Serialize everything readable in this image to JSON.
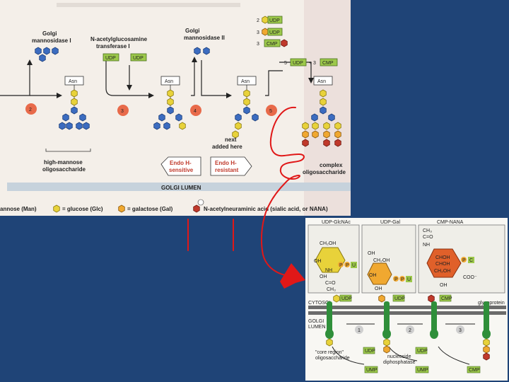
{
  "top_figure": {
    "enzymes": {
      "mannosidase1": [
        "Golgi",
        "mannosidase I"
      ],
      "transferase1": [
        "N-acetylglucosamine",
        "transferase I"
      ],
      "mannosidase2": [
        "Golgi",
        "mannosidase II"
      ]
    },
    "step_numbers": [
      "2",
      "3",
      "4",
      "5"
    ],
    "asn_label": "Asn",
    "sugar_donors": [
      {
        "num": "2",
        "label": "UDP"
      },
      {
        "num": "3",
        "label": "UDP"
      },
      {
        "num": "3",
        "label": "CMP"
      }
    ],
    "donor_eq": {
      "num": "5",
      "left": "UDP",
      "mid": "+ 3",
      "right": "CMP"
    },
    "udp_labels": [
      "UDP",
      "UDP"
    ],
    "high_mannose": [
      "high-mannose",
      "oligosaccharide"
    ],
    "next_added": [
      "next",
      "added here"
    ],
    "endo_sensitive": [
      "Endo H-",
      "sensitive"
    ],
    "endo_resistant": [
      "Endo H-",
      "resistant"
    ],
    "complex": [
      "complex",
      "oligosaccharide"
    ],
    "golgi_lumen": "GOLGI LUMEN",
    "legend": {
      "mannose": "annose (Man)",
      "glucose": "= glucose (Glc)",
      "galactose": "= galactose (Gal)",
      "sialic": "N-acetylneuraminic acid (sialic acid, or NANA)"
    }
  },
  "bottom_figure": {
    "panel_titles": [
      "UDP-GlcNAc",
      "UDP-Gal",
      "CMP-NANA"
    ],
    "panel1_text": [
      "CH₂OH",
      "OH",
      "OH",
      "NH",
      "C=O",
      "CH₃"
    ],
    "panel1_chain": [
      "P",
      "P",
      "U"
    ],
    "panel2_text": [
      "CH₂OH",
      "OH",
      "OH",
      "OH"
    ],
    "panel2_chain": [
      "P",
      "P",
      "U"
    ],
    "panel3_text": [
      "CH₃",
      "C=O",
      "NH",
      "CHOH",
      "CHOH",
      "CH₂OH",
      "COO⁻",
      "OH"
    ],
    "panel3_chain": [
      "P",
      "C"
    ],
    "cytosol": "CYTOSOL",
    "golgi_lumen": [
      "GOLGI",
      "LUMEN"
    ],
    "glycoprotein": "glycoprotein",
    "transporter_labels": [
      "UDP",
      "UDP",
      "CMP"
    ],
    "steps": [
      "1",
      "2",
      "3"
    ],
    "acceptor": [
      "\"core region\"",
      "oligosaccharide"
    ],
    "lumen_udp": [
      "UDP",
      "UDP"
    ],
    "nucleoside": [
      "nucleoside",
      "diphosphatase"
    ],
    "ump": [
      "UMP",
      "UMP",
      "CMP"
    ]
  },
  "colors": {
    "background": "#1f4477",
    "mannose": "#3c6cc0",
    "glcnac": "#e8d23a",
    "galactose": "#f0a830",
    "sialic": "#c0392b",
    "donor_box": "#9cc84a",
    "step_circle": "#e86a4a",
    "annotation": "#e01818"
  }
}
